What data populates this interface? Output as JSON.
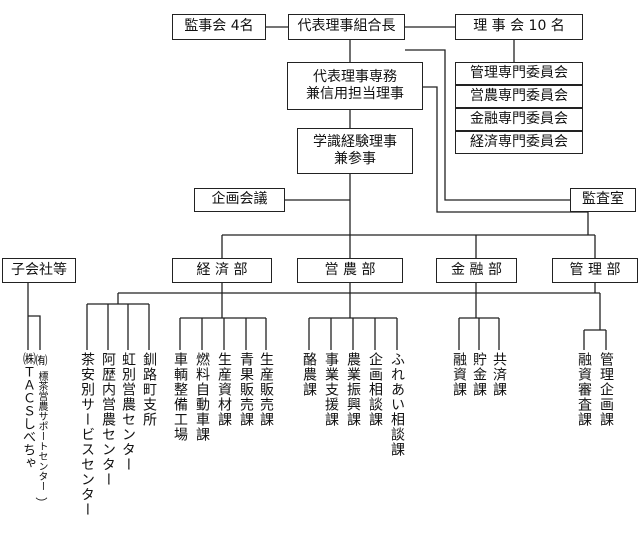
{
  "top": {
    "auditors": "監事会 4名",
    "president": "代表理事組合長",
    "board": "理 事 会 10 名"
  },
  "committees": [
    "管理専門委員会",
    "営農専門委員会",
    "金融専門委員会",
    "経済専門委員会"
  ],
  "executive": "代表理事専務\n兼信用担当理事",
  "expert": "学識経験理事\n兼参事",
  "planning": "企画会議",
  "audit_office": "監査室",
  "divisions": {
    "subsidiaries": "子会社等",
    "economic": "経 済 部",
    "agriculture": "営 農 部",
    "finance": "金 融 部",
    "management": "管 理 部"
  },
  "subsidiary_units": {
    "tacs": "㈱ＴＡＣＳしべちゃ",
    "shibecha_prefix": "㈲",
    "shibecha_name": "標茶営農サポートセンター",
    "shibecha_tail": "）",
    "branches": [
      "茶安別サービスセンター",
      "阿歴内営農センター",
      "虹別営農センター",
      "釧路町支所"
    ]
  },
  "economic_units": [
    "車輌整備工場",
    "燃料自動車課",
    "生産資材課",
    "青果販売課",
    "生産販売課"
  ],
  "agriculture_units": [
    "酪農課",
    "事業支援課",
    "農業振興課",
    "企画相談課",
    "ふれあい相談課"
  ],
  "finance_units": [
    "融資課",
    "貯金課",
    "共済課"
  ],
  "management_units": [
    "融資審査課",
    "管理企画課"
  ]
}
